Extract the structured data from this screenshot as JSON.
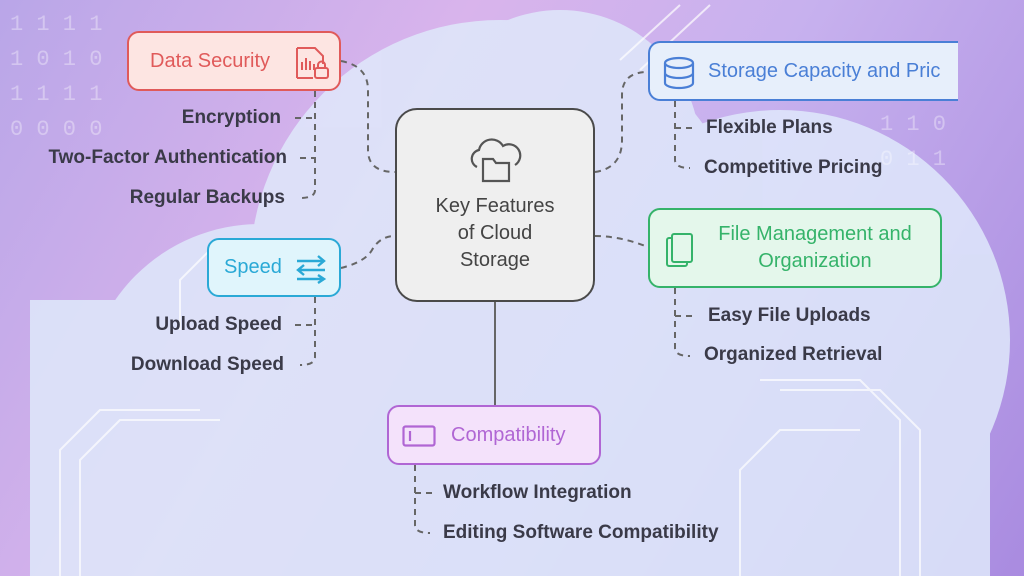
{
  "center": {
    "title_lines": [
      "Key Features",
      "of Cloud",
      "Storage"
    ],
    "icon": "cloud-folder-icon"
  },
  "categories": [
    {
      "label": "Data Security",
      "icon": "secure-file-lock-icon",
      "color": "#e05a5a",
      "items": [
        "Encryption",
        "Two-Factor Authentication",
        "Regular Backups"
      ]
    },
    {
      "label": "Storage Capacity and Pric",
      "icon": "database-icon",
      "color": "#4a7fd6",
      "items": [
        "Flexible Plans",
        "Competitive Pricing"
      ]
    },
    {
      "label_lines": [
        "File Management and",
        "Organization"
      ],
      "icon": "documents-icon",
      "color": "#35b36a",
      "items": [
        "Easy File Uploads",
        "Organized Retrieval"
      ]
    },
    {
      "label": "Speed",
      "icon": "transfer-arrows-icon",
      "color": "#2aa9d6",
      "items": [
        "Upload Speed",
        "Download Speed"
      ]
    },
    {
      "label": "Compatibility",
      "icon": "window-icon",
      "color": "#b066d4",
      "items": [
        "Workflow Integration",
        "Editing Software Compatibility"
      ]
    }
  ]
}
